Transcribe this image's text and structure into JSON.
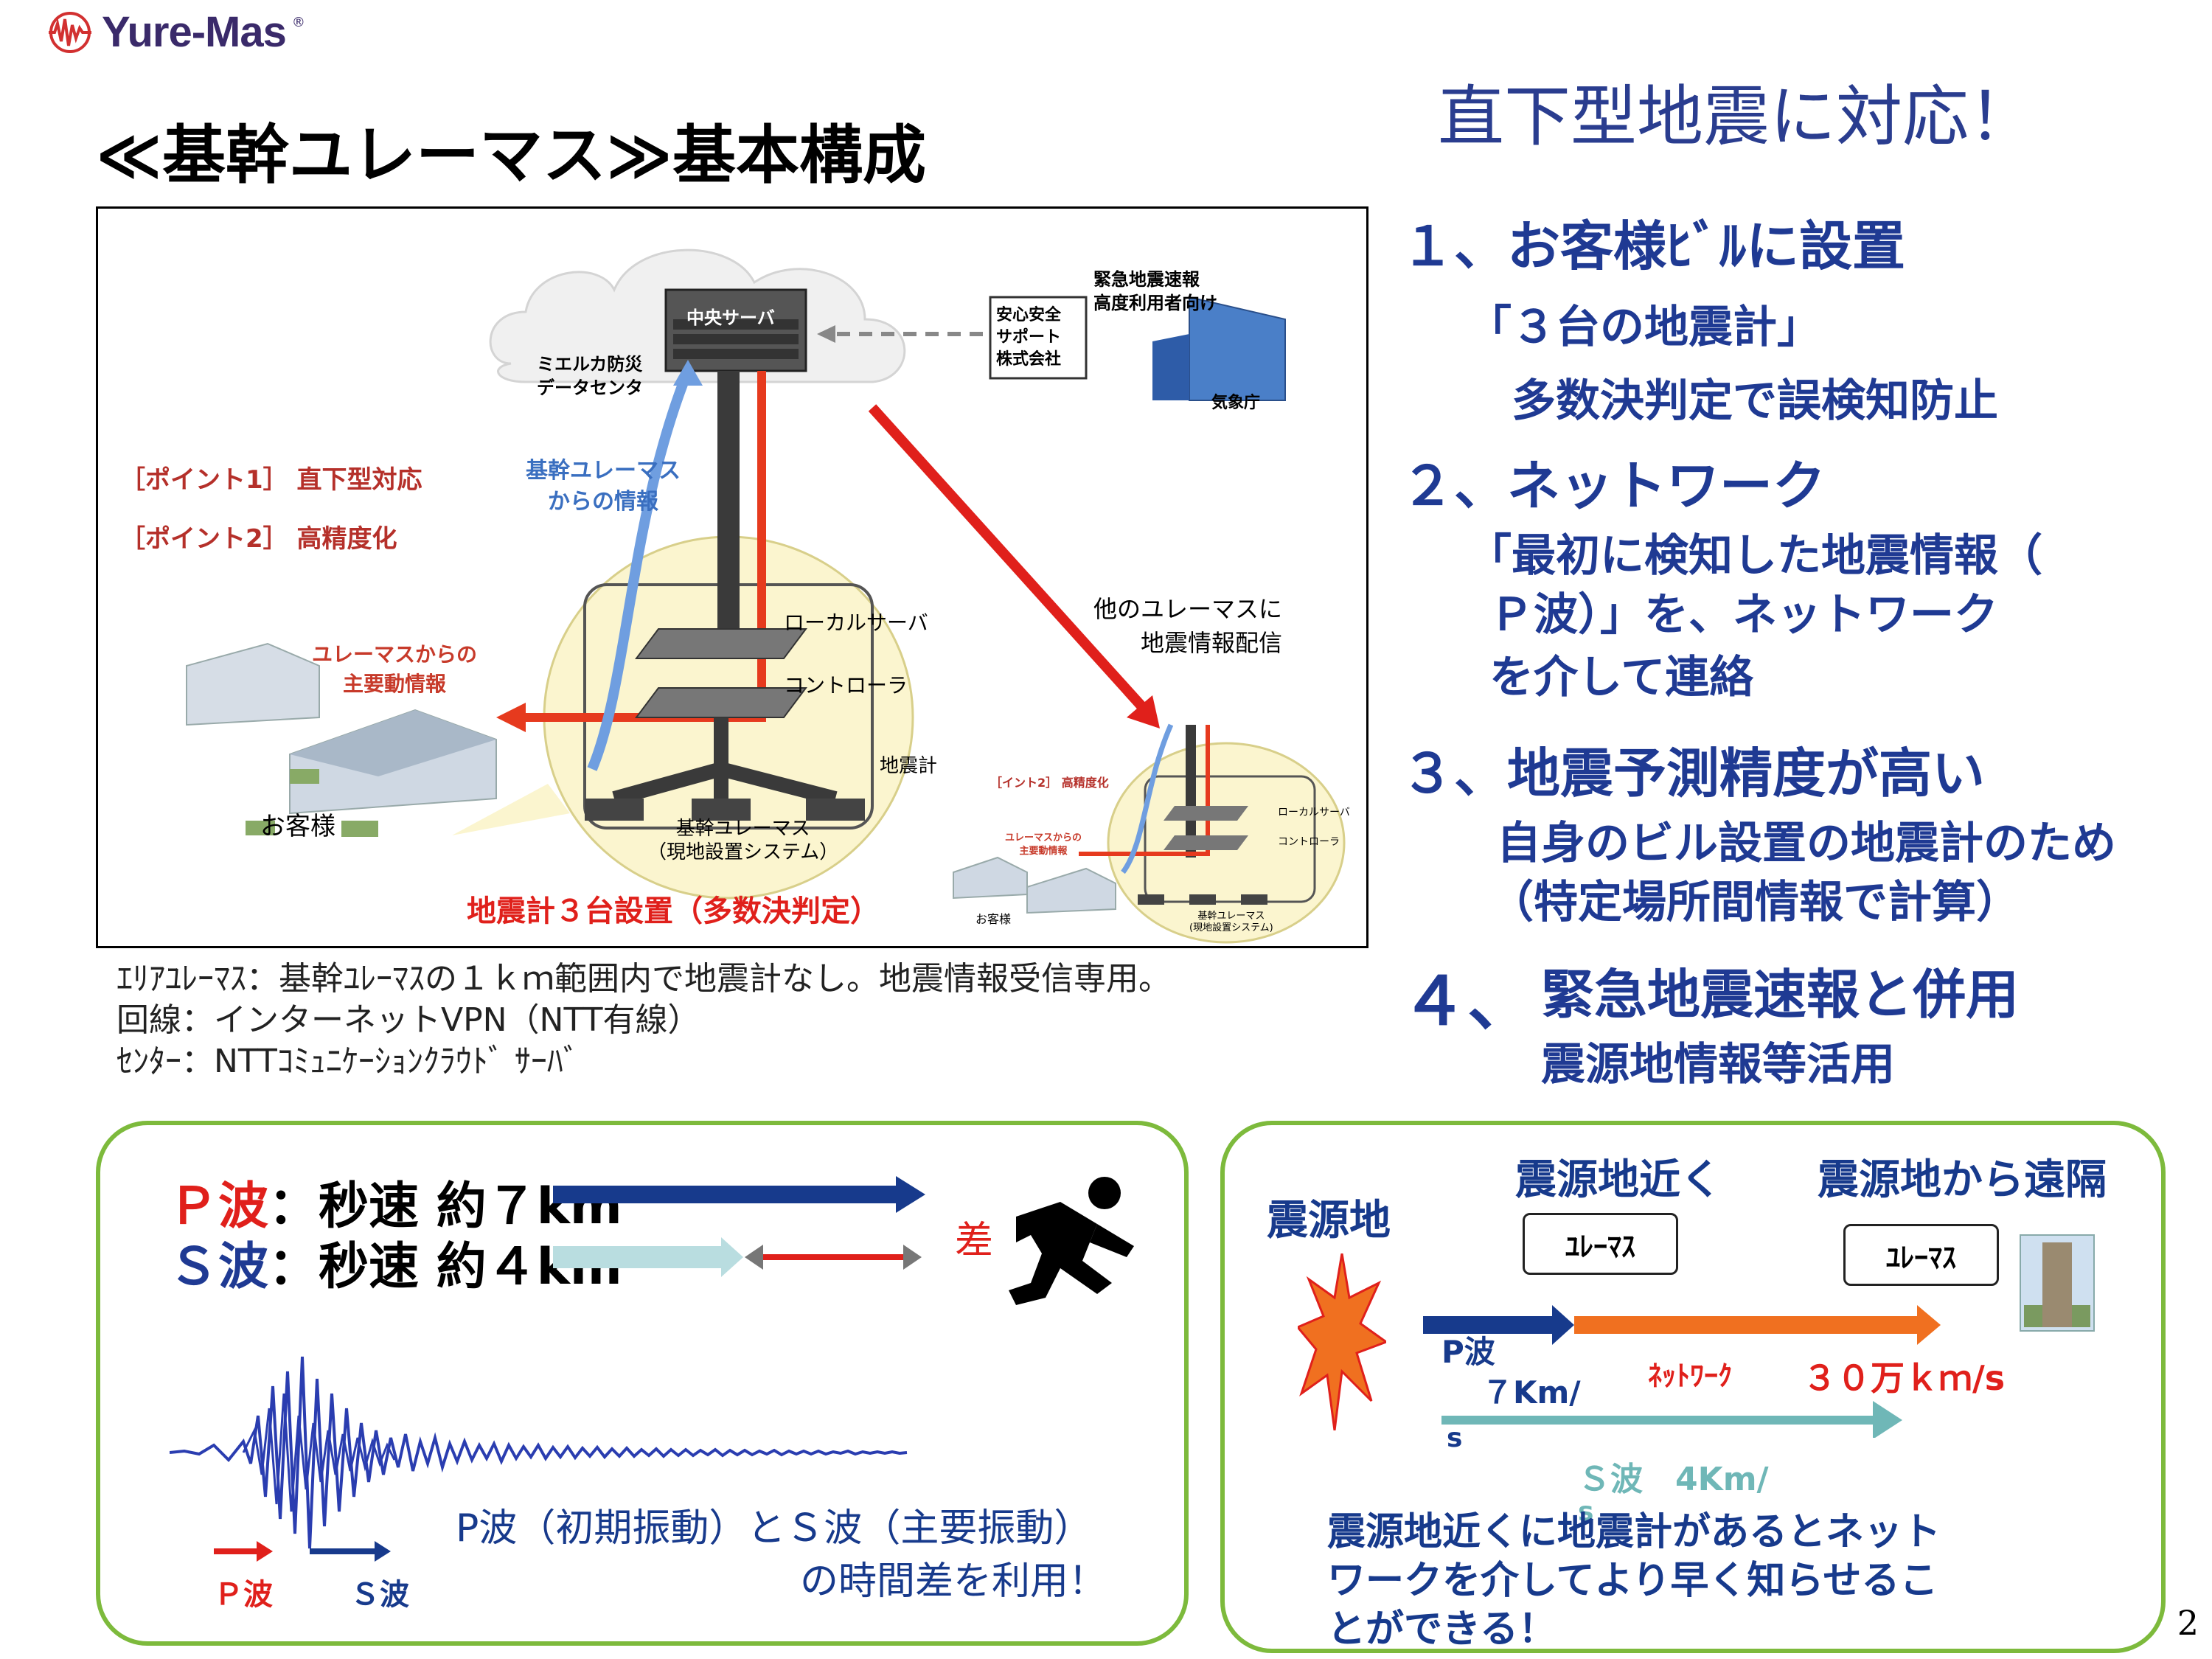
{
  "logo": {
    "text": "Yure-Mas",
    "mark": "®"
  },
  "title": "≪基幹ユレーマス≫基本構成",
  "subtitle": "直下型地震に対応！",
  "diagram": {
    "server_label": "中央サーバ",
    "datacenter": [
      "ミエルカ防災",
      "データセンタ"
    ],
    "support_company": [
      "安心安全",
      "サポート",
      "株式会社"
    ],
    "eew_user": [
      "緊急地震速報",
      "高度利用者向け"
    ],
    "jma": "気象庁",
    "point1": "［ポイント1］ 直下型対応",
    "point2": "［ポイント2］ 高精度化",
    "kikan_info": [
      "基幹ユレーマス",
      "からの情報"
    ],
    "main_motion_info": [
      "ユレーマスからの",
      "主要動情報"
    ],
    "local_server": "ローカルサーバ",
    "controller": "コントローラ",
    "seismometer": "地震計",
    "customer": "お客様",
    "system_name": [
      "基幹ユレーマス",
      "（現地設置システム）"
    ],
    "three_units": "地震計３台設置（多数決判定）",
    "other_delivery": [
      "他のユレーマスに",
      "地震情報配信"
    ],
    "mini_point2": "［イント2］ 高精度化",
    "mini_local": "ローカルサーバ",
    "mini_controller": "コントローラ",
    "mini_info": [
      "ユレーマスからの",
      "主要動情報"
    ],
    "mini_customer": "お客様",
    "mini_system": [
      "基幹ユレーマス",
      "(現地設置システム)"
    ]
  },
  "points": {
    "p1_title": "１、お客様ﾋﾞﾙに設置",
    "p1_sub1": "「３台の地震計」",
    "p1_sub2": "多数決判定で誤検知防止",
    "p2_title": "２、ネットワーク",
    "p2_sub1": "「最初に検知した地震情報（",
    "p2_sub2": "Ｐ波）」を、ネットワーク",
    "p2_sub3": "を介して連絡",
    "p3_title": "３、地震予測精度が高い",
    "p3_sub1": "自身のビル設置の地震計のため",
    "p3_sub2": "（特定場所間情報で計算）",
    "p4_num": "４、",
    "p4_title": "緊急地震速報と併用",
    "p4_sub": "震源地情報等活用"
  },
  "notes": [
    "ｴﾘｱﾕﾚｰﾏｽ：基幹ﾕﾚｰﾏｽの１ｋｍ範囲内で地震計なし。地震情報受信専用。",
    "回線：インターネットVPN（NTT有線）",
    "ｾﾝﾀｰ：NTTｺﾐｭﾆｹｰｼｮﾝｸﾗｳﾄﾞ ｻｰﾊﾞ"
  ],
  "waves": {
    "p_prefix": "Ｐ波",
    "p_text": "：秒速 約７km",
    "s_prefix": "Ｓ波",
    "s_text": "：秒速 約４km",
    "diff": "差",
    "caption1": "P波（初期振動）とＳ波（主要振動）",
    "caption2": "の時間差を利用！",
    "p_arrow_label": "Ｐ波",
    "s_arrow_label": "Ｓ波"
  },
  "network": {
    "epicenter": "震源地",
    "near": "震源地近く",
    "far": "震源地から遠隔",
    "box1": "ﾕﾚｰﾏｽ",
    "box2": "ﾕﾚｰﾏｽ",
    "p_wave": "P波",
    "p_speed": "７Km/",
    "p_speed_unit": "s",
    "network_label": "ﾈｯﾄﾜｰｸ",
    "network_speed": "３０万ｋｍ/s",
    "s_wave": "Ｓ波　4Km/",
    "s_unit": "s",
    "summary1": "震源地近くに地震計があるとネット",
    "summary2": "ワークを介してより早く知らせるこ",
    "summary3": "とができる！"
  },
  "page_number": "2",
  "colors": {
    "title_blue": "#1f3a93",
    "p_red": "#e0201b",
    "panel_green": "#7dba3c",
    "net_orange": "#f07020",
    "s_teal": "#6fb7b7"
  }
}
